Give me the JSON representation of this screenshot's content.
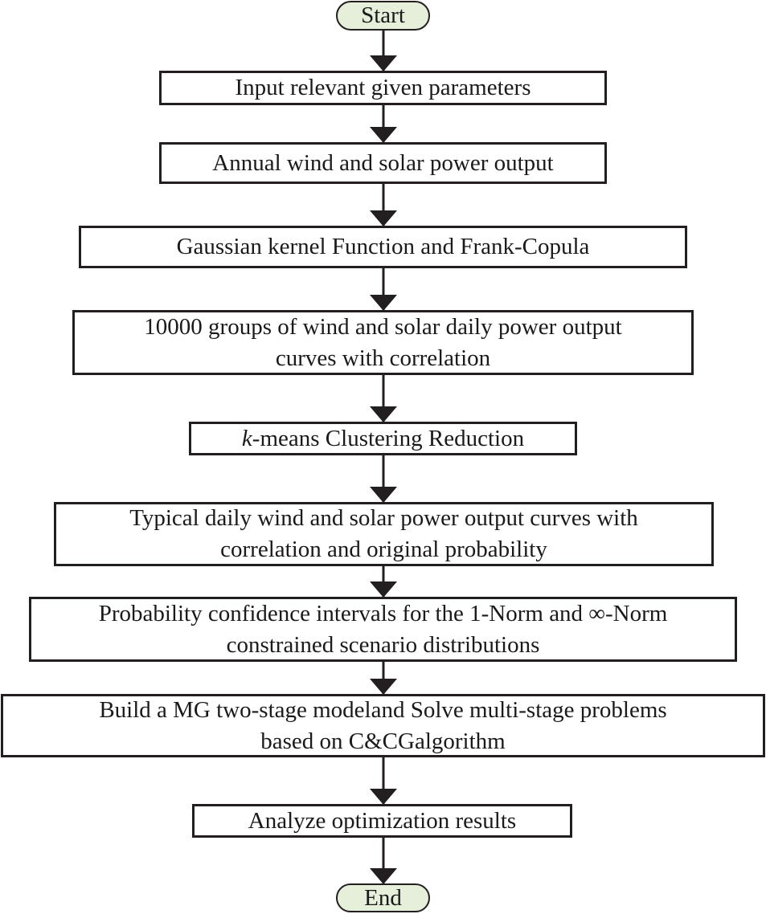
{
  "flowchart": {
    "start": "Start",
    "steps": [
      {
        "lines": [
          "Input relevant given parameters"
        ]
      },
      {
        "lines": [
          "Annual wind and solar power output"
        ]
      },
      {
        "lines": [
          "Gaussian kernel Function and Frank-Copula"
        ]
      },
      {
        "lines": [
          "10000 groups of wind and solar daily power output",
          "curves with correlation"
        ]
      },
      {
        "italic_prefix": "k",
        "text": "-means Clustering Reduction"
      },
      {
        "lines": [
          "Typical daily wind and solar power output curves with",
          "correlation and original probability"
        ]
      },
      {
        "lines": [
          "Probability confidence intervals for the 1-Norm and ∞-Norm",
          "constrained scenario distributions"
        ]
      },
      {
        "lines": [
          "Build a MG two-stage modeland Solve multi-stage problems",
          "based on C&CGalgorithm"
        ]
      },
      {
        "lines": [
          "Analyze optimization results"
        ]
      }
    ],
    "end": "End"
  },
  "colors": {
    "terminal_fill": "#e6efd9",
    "stroke": "#231f20"
  }
}
